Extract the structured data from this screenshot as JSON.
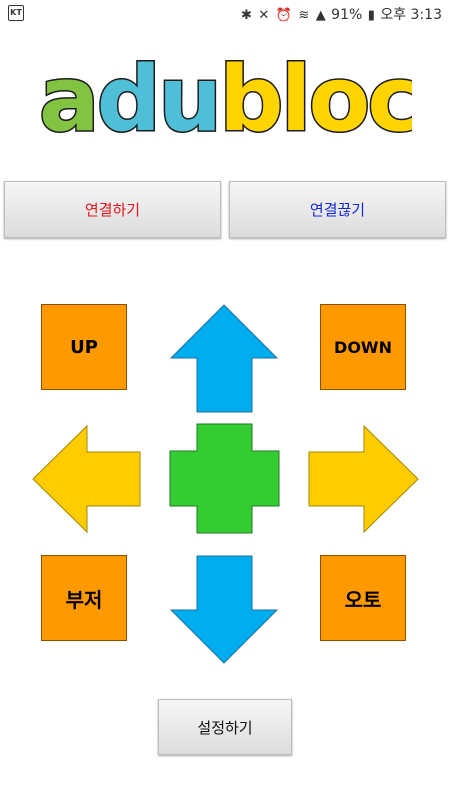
{
  "status_bar": {
    "carrier": "KT",
    "battery": "91%",
    "time": "오후 3:13"
  },
  "logo": {
    "text": "dadublock",
    "colors": [
      "#82c341",
      "#82c341",
      "#4fbfd8",
      "#4fbfd8",
      "#ffd400",
      "#ffd400",
      "#ffd400",
      "#ffd400",
      "#ffd400"
    ]
  },
  "buttons": {
    "connect": "연결하기",
    "disconnect": "연결끊기",
    "up": "UP",
    "down": "DOWN",
    "buzzer": "부저",
    "auto": "오토",
    "settings": "설정하기"
  },
  "colors": {
    "connect_text": "#e8131a",
    "disconnect_text": "#1528e0",
    "square_fill": "#ff9900",
    "arrow_blue": "#00aeef",
    "arrow_yellow": "#ffcc00",
    "cross_green": "#33cc33"
  },
  "icons": {
    "forward": "arrow-up-icon",
    "backward": "arrow-down-icon",
    "left": "arrow-left-icon",
    "right": "arrow-right-icon",
    "stop": "plus-icon"
  }
}
